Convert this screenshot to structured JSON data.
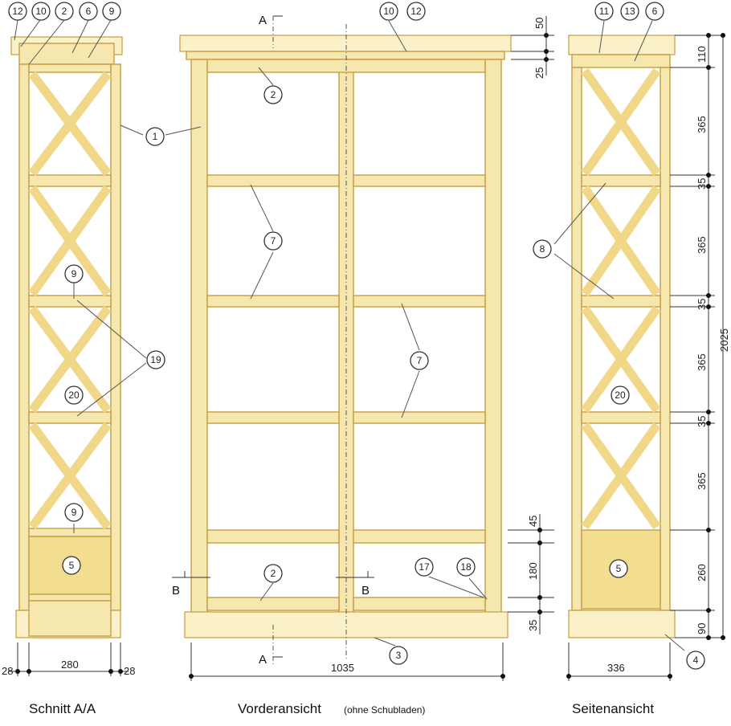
{
  "captions": {
    "left": "Schnitt A/A",
    "middle": "Vorderansicht",
    "middle_note": "(ohne Schubladen)",
    "right": "Seitenansicht"
  },
  "section_marks": {
    "A": "A",
    "B": "B"
  },
  "dimensions": {
    "bottom_left_a": "28",
    "bottom_left_b": "280",
    "bottom_left_c": "28",
    "bottom_middle": "1035",
    "bottom_right": "336",
    "top_board": "50",
    "top_frame": "25",
    "right_total": "2025",
    "right_top": "110",
    "right_c1": "365",
    "right_r1": "35",
    "right_c2": "365",
    "right_r2": "35",
    "right_c3": "365",
    "right_r3": "35",
    "right_c4": "365",
    "right_drawer": "260",
    "right_base": "90",
    "mid_rail": "45",
    "mid_drawer": "180",
    "mid_base": "35"
  },
  "part_numbers": {
    "l_12": "12",
    "l_10": "10",
    "l_2": "2",
    "l_6": "6",
    "l_9": "9",
    "l_9b": "9",
    "l_19": "19",
    "l_20": "20",
    "l_9c": "9",
    "l_5": "5",
    "m_1": "1",
    "m_10": "10",
    "m_12": "12",
    "m_2": "2",
    "m_7a": "7",
    "m_7b": "7",
    "m_2b": "2",
    "m_17": "17",
    "m_18": "18",
    "m_3": "3",
    "r_11": "11",
    "r_13": "13",
    "r_6": "6",
    "r_8": "8",
    "r_20": "20",
    "r_5": "5",
    "r_4": "4"
  }
}
